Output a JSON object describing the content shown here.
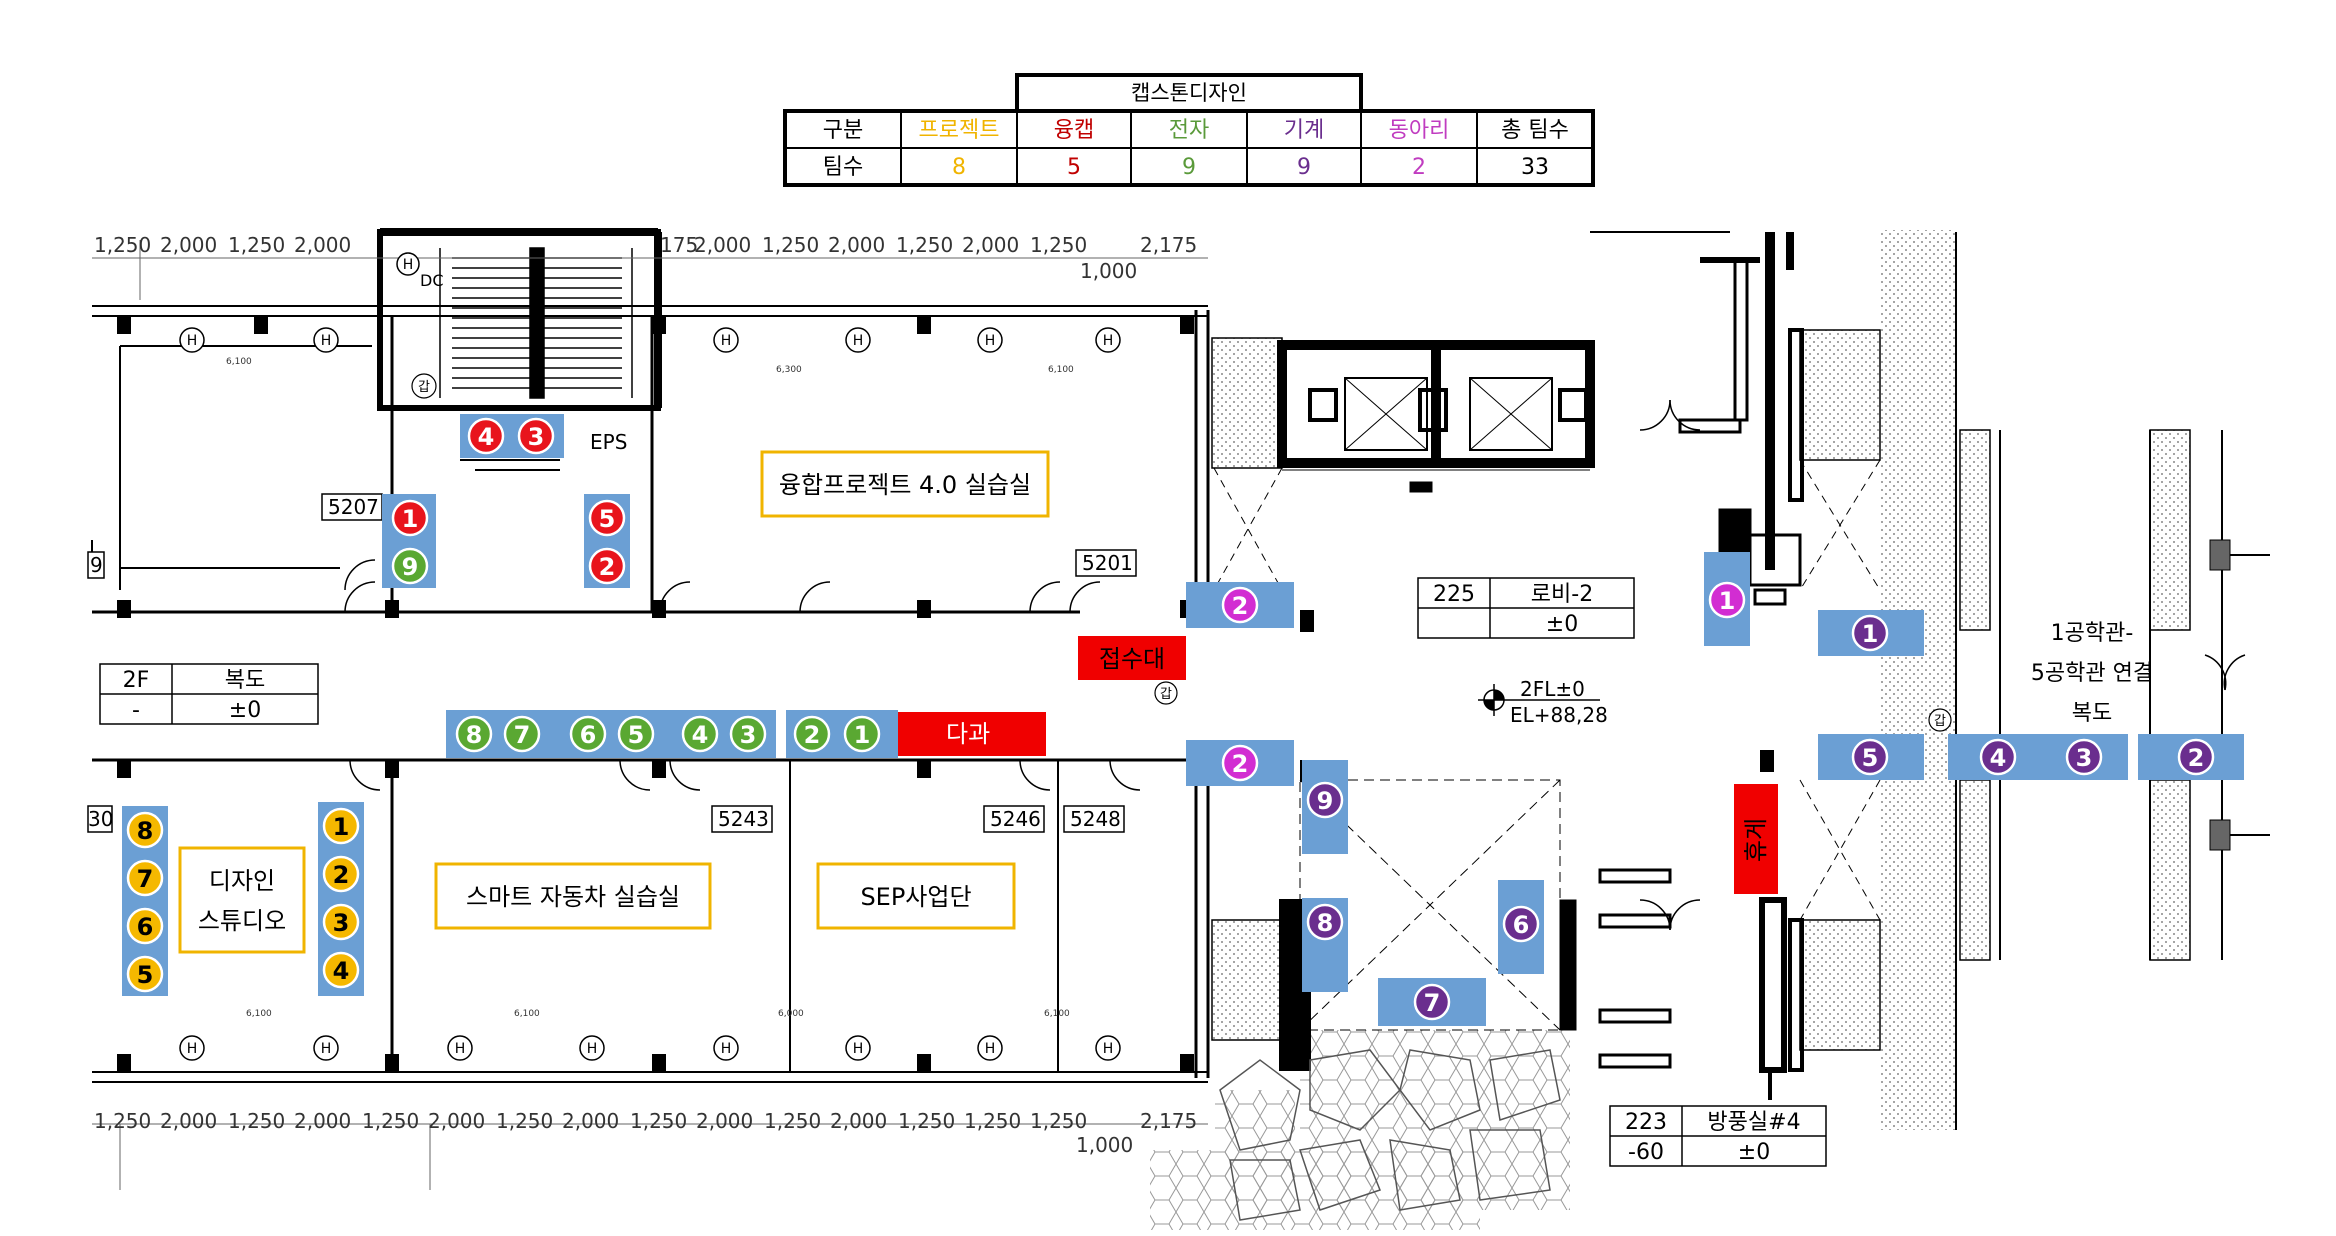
{
  "summary_table": {
    "group_header": "캡스톤디자인",
    "row1": [
      "구분",
      "프로젝트",
      "융캡",
      "전자",
      "기계",
      "동아리",
      "총 팀수"
    ],
    "row2": [
      "팀수",
      "8",
      "5",
      "9",
      "9",
      "2",
      "33"
    ],
    "colors": [
      "#000000",
      "#f0b400",
      "#c00000",
      "#5a9a3a",
      "#6a2e8e",
      "#c03cc0",
      "#000000"
    ]
  },
  "rooms": {
    "convergence_lab": "융합프로젝트 4.0 실습실",
    "smart_car_lab": "스마트 자동차 실습실",
    "sep": "SEP사업단",
    "design_studio_1": "디자인",
    "design_studio_2": "스튜디오",
    "connection_1": "1공학관-",
    "connection_2": "5공학관 연결",
    "connection_3": "복도",
    "eps": "EPS",
    "room_5207": "5207",
    "room_5201": "5201",
    "room_5243": "5243",
    "room_5246": "5246",
    "room_5248": "5248",
    "room_30": "30",
    "room_9": "9",
    "dc": "DC"
  },
  "labels": {
    "reception": "접수대",
    "refreshment": "다과",
    "rest": "휴게",
    "elevation_1": "2FL±0",
    "elevation_2": "EL+88,28"
  },
  "info_tables": {
    "corridor": [
      "2F",
      "복도",
      "-",
      "±0"
    ],
    "lobby": [
      "225",
      "로비-2",
      "",
      "±0"
    ],
    "windbreak": [
      "223",
      "방풍실#4",
      "-60",
      "±0"
    ]
  },
  "dimensions": {
    "top_left": [
      "1,250",
      "2,000",
      "1,250",
      "2,000"
    ],
    "top_mid": [
      "2,000",
      "1,250",
      "2,000",
      "1,250",
      "2,000",
      "1,250"
    ],
    "top_175": "175",
    "top_2175": "2,175",
    "top_1000": "1,000",
    "bottom": [
      "1,250",
      "2,000",
      "1,250",
      "2,000",
      "1,250",
      "2,000",
      "1,250",
      "2,000",
      "1,250",
      "2,000",
      "1,250",
      "2,000",
      "1,250"
    ],
    "bottom_2175": "2,175",
    "bottom_1000": "1,000",
    "small_a": "6,100",
    "small_b": "6,300",
    "small_c": "6,100",
    "small_d": "6,000"
  },
  "symbols": {
    "h": "H",
    "gap": "갑"
  },
  "team_markers": {
    "red": [
      "4",
      "3",
      "5",
      "2",
      "1"
    ],
    "green": [
      "9",
      "8",
      "7",
      "6",
      "5",
      "4",
      "3",
      "2",
      "1"
    ],
    "yellow": [
      "8",
      "7",
      "6",
      "5",
      "1",
      "2",
      "3",
      "4"
    ],
    "purple": [
      "1",
      "5",
      "4",
      "3",
      "2",
      "9",
      "8",
      "6",
      "7"
    ],
    "magenta": [
      "1",
      "2",
      "2"
    ]
  },
  "colors": {
    "marker_bg": "#6b9fd4",
    "red": "#e8141c",
    "green": "#5aa832",
    "yellow": "#f5b800",
    "purple": "#6a2e8e",
    "magenta": "#d22dd2",
    "room_box": "#f0b400"
  }
}
